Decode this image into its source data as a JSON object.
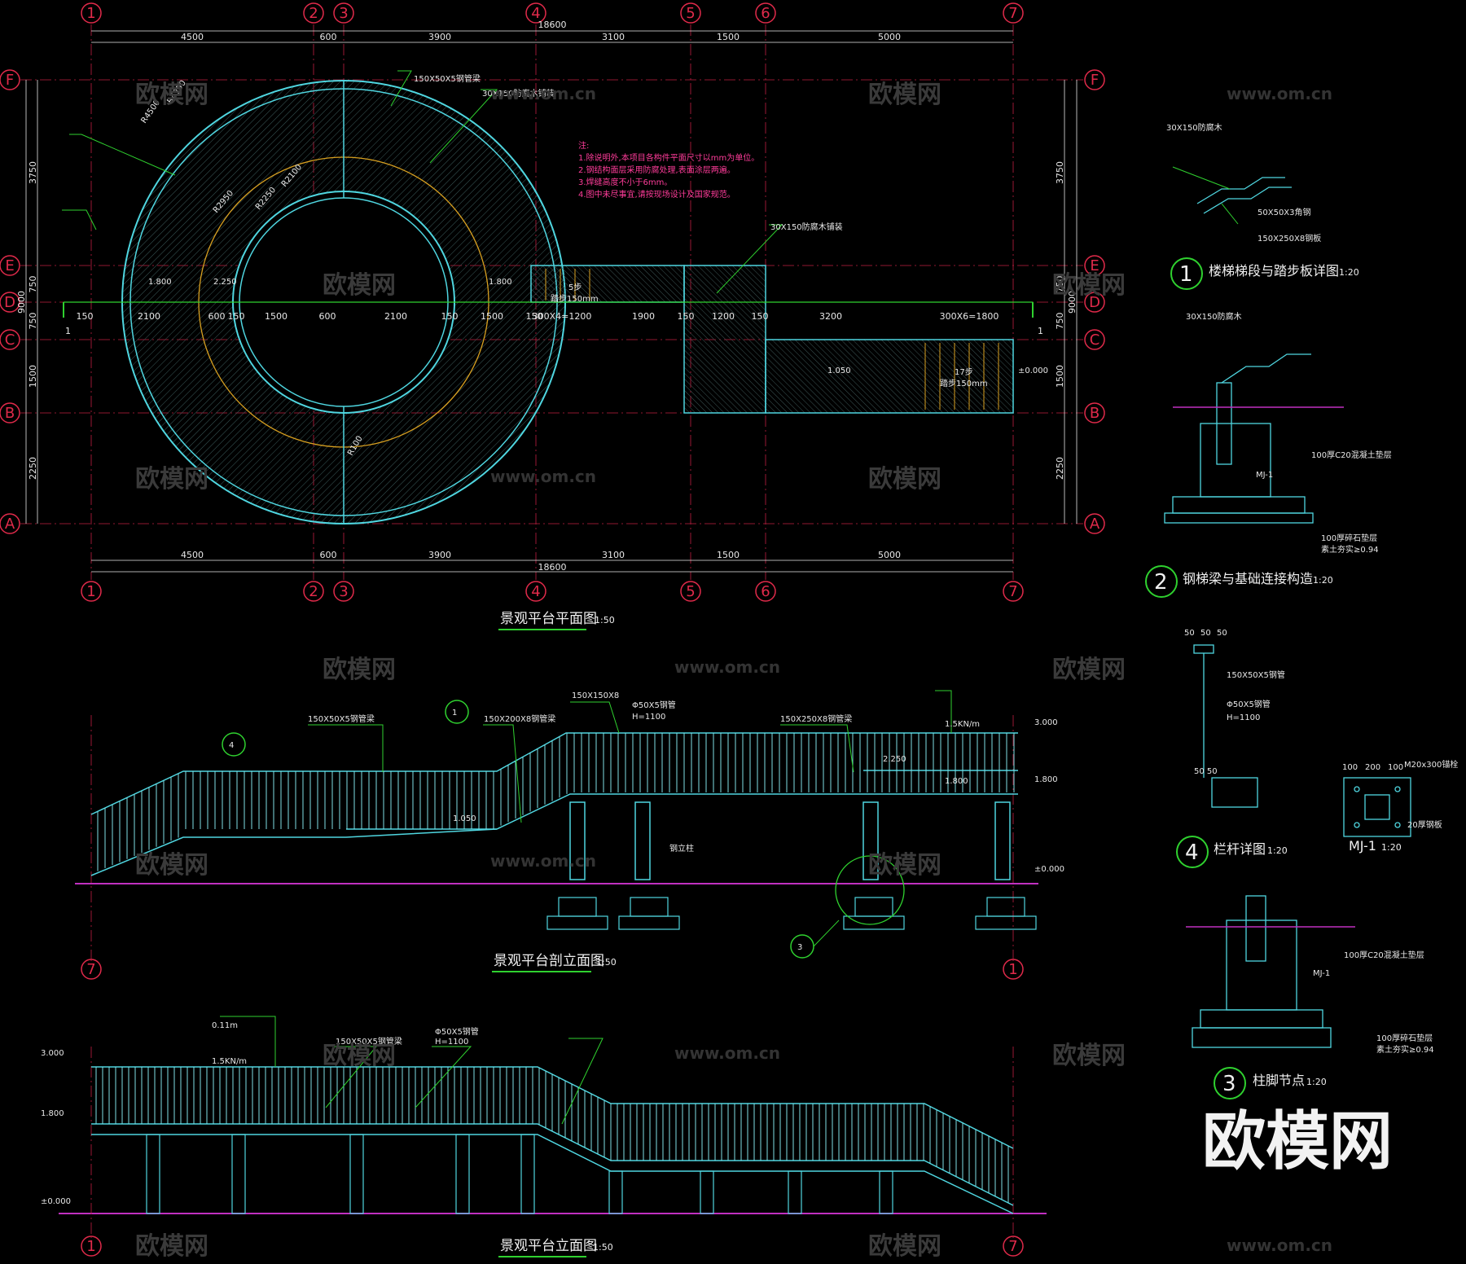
{
  "plan": {
    "title": "景观平台平面图",
    "scale": "1:50",
    "axes_x": [
      "1",
      "2",
      "3",
      "4",
      "5",
      "6",
      "7"
    ],
    "axes_y": [
      "F",
      "E",
      "D",
      "C",
      "B",
      "A"
    ],
    "dims_top": [
      "4500",
      "600",
      "3900",
      "3100",
      "1500",
      "5000"
    ],
    "total": "18600",
    "dims_left": [
      "3750",
      "750",
      "750",
      "1500",
      "2250"
    ],
    "total_left": "9000",
    "radii": [
      "R4350",
      "R4500",
      "R2950",
      "R2250",
      "R2100",
      "R100"
    ],
    "levels": [
      "1.800",
      "2.250",
      "1.800",
      "1.050",
      "±0.000"
    ],
    "stair_dims": [
      "300X4=1200",
      "300X6=1800"
    ],
    "section_line": [
      "150",
      "2100",
      "600",
      "150",
      "1500",
      "600",
      "2100",
      "150",
      "1500",
      "150",
      "1900",
      "150",
      "1200",
      "150",
      "3200"
    ],
    "labels": [
      "150X50X5钢管梁",
      "30X150防腐木铺装",
      "30X150防腐木铺装",
      "踏步150mm",
      "踏步150mm",
      "5步",
      "17步"
    ],
    "notes": [
      "注:",
      "1.除说明外,本项目各构件平面尺寸以mm为单位。",
      "2.钢结构面层采用防腐处理,表面涂层两遍。",
      "3.焊缝高度不小于6mm。",
      "4.图中未尽事宜,请按现场设计及国家规范。"
    ]
  },
  "section": {
    "title": "景观平台剖立面图",
    "scale": "1:50",
    "levels": [
      "3.000",
      "1.800",
      "±0.000",
      "2.250",
      "1.800",
      "1.050"
    ],
    "labels": [
      "150X150X8",
      "150X50X5钢管梁",
      "150X200X8钢管梁",
      "150X250X8钢管梁",
      "Φ50X5钢管",
      "钢立柱",
      "1.5KN/m",
      "H=1100"
    ]
  },
  "elevation": {
    "title": "景观平台立面图",
    "scale": "1:50",
    "levels": [
      "3.000",
      "1.800",
      "±0.000"
    ],
    "labels": [
      "150X50X5钢管梁",
      "Φ50X5钢管",
      "1.5KN/m",
      "H=1100",
      "0.11m"
    ]
  },
  "details": [
    {
      "num": "1",
      "title": "楼梯梯段与踏步板详图",
      "scale": "1:20",
      "labels": [
        "30X150防腐木",
        "50X50X3角钢",
        "150X250X8钢板"
      ]
    },
    {
      "num": "2",
      "title": "钢梯梁与基础连接构造",
      "scale": "1:20",
      "labels": [
        "30X150防腐木",
        "100厚C20混凝土垫层",
        "MJ-1",
        "100厚碎石垫层",
        "素土夯实≥0.94"
      ]
    },
    {
      "num": "4",
      "title": "栏杆详图",
      "scale": "1:20",
      "labels": [
        "50",
        "50",
        "50",
        "150X50X5钢管",
        "Φ50X5钢管",
        "H=1100",
        "50 50"
      ]
    },
    {
      "num": "",
      "title": "MJ-1",
      "scale": "1:20",
      "labels": [
        "100",
        "200",
        "100",
        "M20x300锚栓",
        "20厚钢板"
      ]
    },
    {
      "num": "3",
      "title": "柱脚节点",
      "scale": "1:20",
      "labels": [
        "100厚C20混凝土垫层",
        "MJ-1",
        "100厚碎石垫层",
        "素土夯实≥0.94"
      ]
    }
  ],
  "watermarks": {
    "cn": "欧模网",
    "url": "www.om.cn",
    "brand": "欧模网"
  },
  "colors": {
    "bg": "#000000",
    "axis": "#e02a4a",
    "structure": "#4fd6e0",
    "rail": "#7fe0e6",
    "leader": "#2fd12f",
    "note": "#ff3c9a",
    "dim": "#e8e8e8",
    "ground": "#c030c0"
  }
}
